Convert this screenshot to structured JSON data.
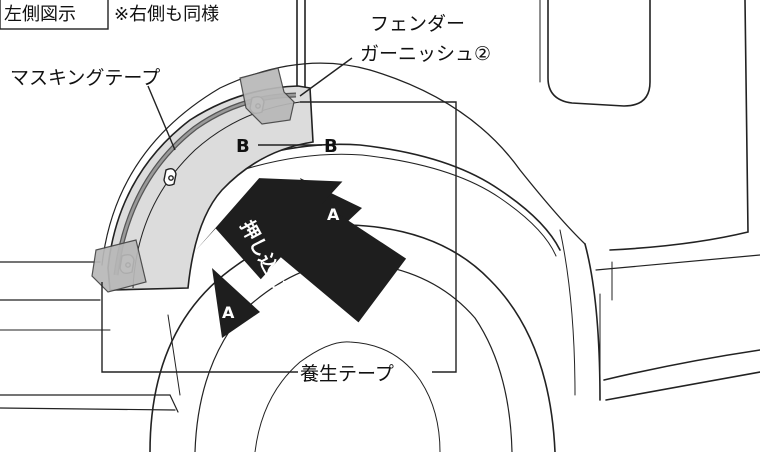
{
  "header": {
    "view_label": "左側図示",
    "note": "※右側も同様"
  },
  "labels": {
    "fender_garnish_line1": "フェンダー",
    "fender_garnish_line2": "ガーニッシュ②",
    "masking_tape": "マスキングテープ",
    "curing_tape": "養生テープ",
    "section_b_left": "B",
    "section_b_right": "B",
    "marker_a_upper": "A",
    "marker_a_lower": "A",
    "push_in": "押し込む"
  },
  "colors": {
    "line": "#222222",
    "panel_fill": "#dcdcdc",
    "tape_fill": "#b8b8b8",
    "arrow_fill": "#1e1e1e",
    "arrow_text": "#ffffff"
  }
}
